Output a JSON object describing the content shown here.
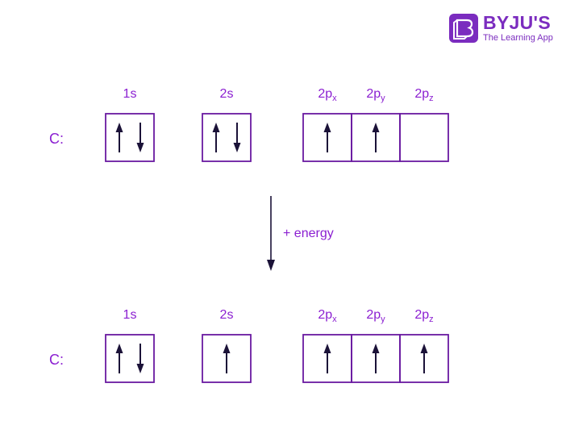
{
  "logo": {
    "name": "BYJU'S",
    "tagline": "The Learning App"
  },
  "element": "C:",
  "arrow_label": "+ energy",
  "configurations": [
    {
      "id": "ground",
      "orbitals": [
        {
          "label": "1s",
          "sub": "",
          "electrons": [
            "up",
            "down"
          ]
        },
        {
          "label": "2s",
          "sub": "",
          "electrons": [
            "up",
            "down"
          ]
        },
        {
          "label": "2p",
          "sub": "x",
          "electrons": [
            "up"
          ]
        },
        {
          "label": "2p",
          "sub": "y",
          "electrons": [
            "up"
          ]
        },
        {
          "label": "2p",
          "sub": "z",
          "electrons": []
        }
      ]
    },
    {
      "id": "excited",
      "orbitals": [
        {
          "label": "1s",
          "sub": "",
          "electrons": [
            "up",
            "down"
          ]
        },
        {
          "label": "2s",
          "sub": "",
          "electrons": [
            "up"
          ]
        },
        {
          "label": "2p",
          "sub": "x",
          "electrons": [
            "up"
          ]
        },
        {
          "label": "2p",
          "sub": "y",
          "electrons": [
            "up"
          ]
        },
        {
          "label": "2p",
          "sub": "z",
          "electrons": [
            "up"
          ]
        }
      ]
    }
  ],
  "colors": {
    "label": "#8b1fd1",
    "box": "#6a1aa0",
    "arrow": "#1b1238",
    "brand": "#7b2cbf"
  }
}
